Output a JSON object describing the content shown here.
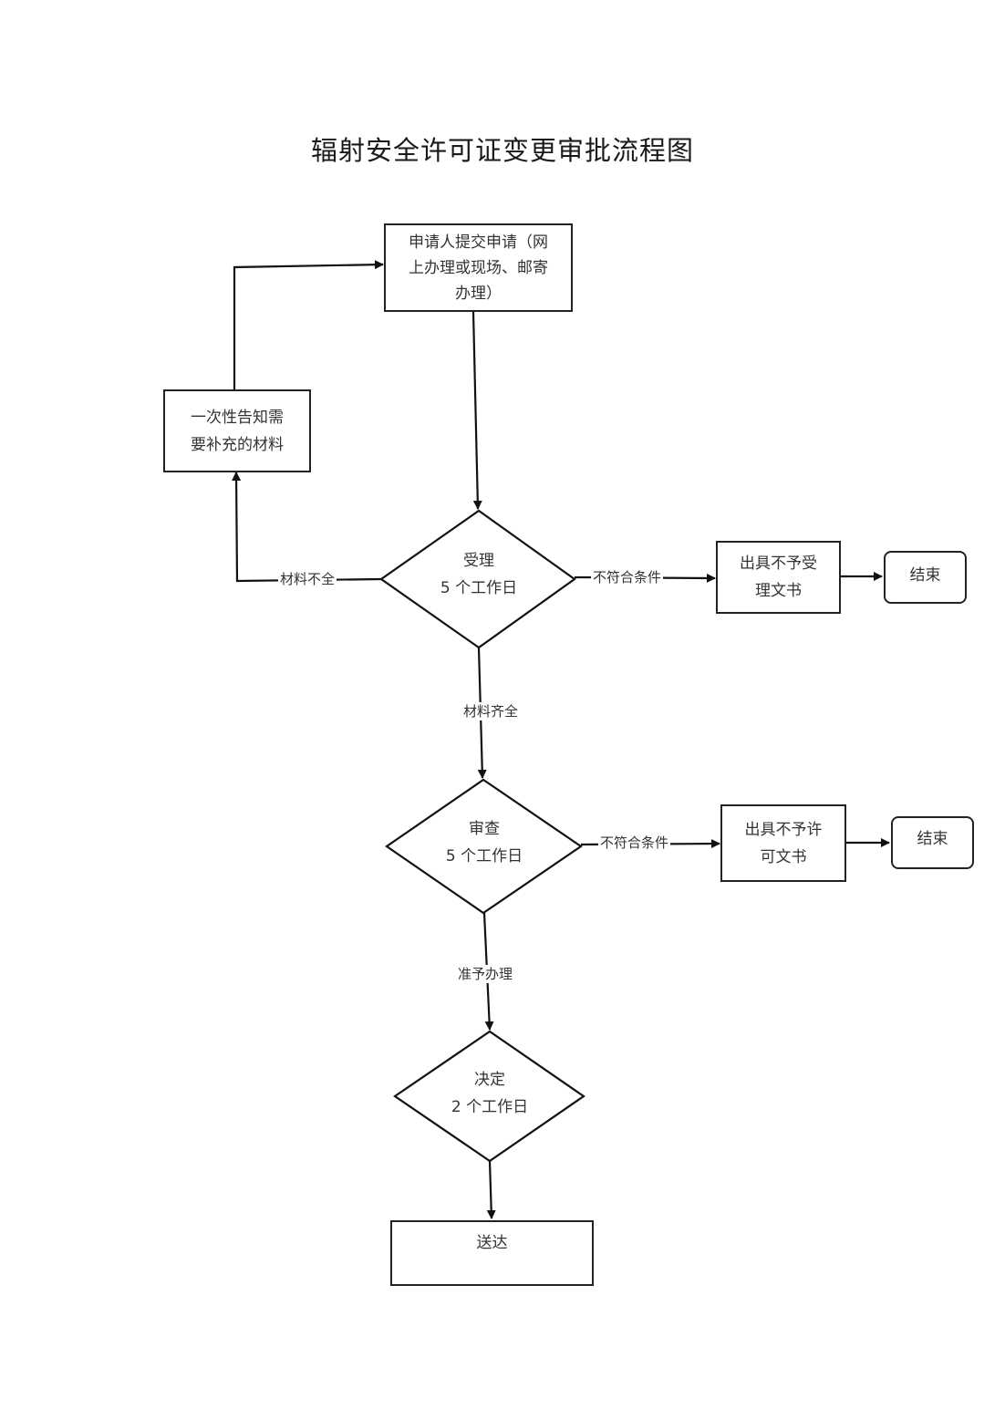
{
  "title": "辐射安全许可证变更审批流程图",
  "nodes": {
    "apply": {
      "line1": "申请人提交申请（网",
      "line2": "上办理或现场、邮寄",
      "line3": "办理）"
    },
    "notify": {
      "line1": "一次性告知需",
      "line2": "要补充的材料"
    },
    "accept": {
      "name": "受理",
      "duration": "5 个工作日"
    },
    "reject_accept": {
      "line1": "出具不予受",
      "line2": "理文书"
    },
    "end1": {
      "label": "结束"
    },
    "review": {
      "name": "审查",
      "duration": "5 个工作日"
    },
    "reject_permit": {
      "line1": "出具不予许",
      "line2": "可文书"
    },
    "end2": {
      "label": "结束"
    },
    "decide": {
      "name": "决定",
      "duration": "2 个工作日"
    },
    "deliver": {
      "label": "送达"
    }
  },
  "edges": {
    "incomplete": "材料不全",
    "not_qualified_1": "不符合条件",
    "complete": "材料齐全",
    "not_qualified_2": "不符合条件",
    "approved": "准予办理"
  }
}
